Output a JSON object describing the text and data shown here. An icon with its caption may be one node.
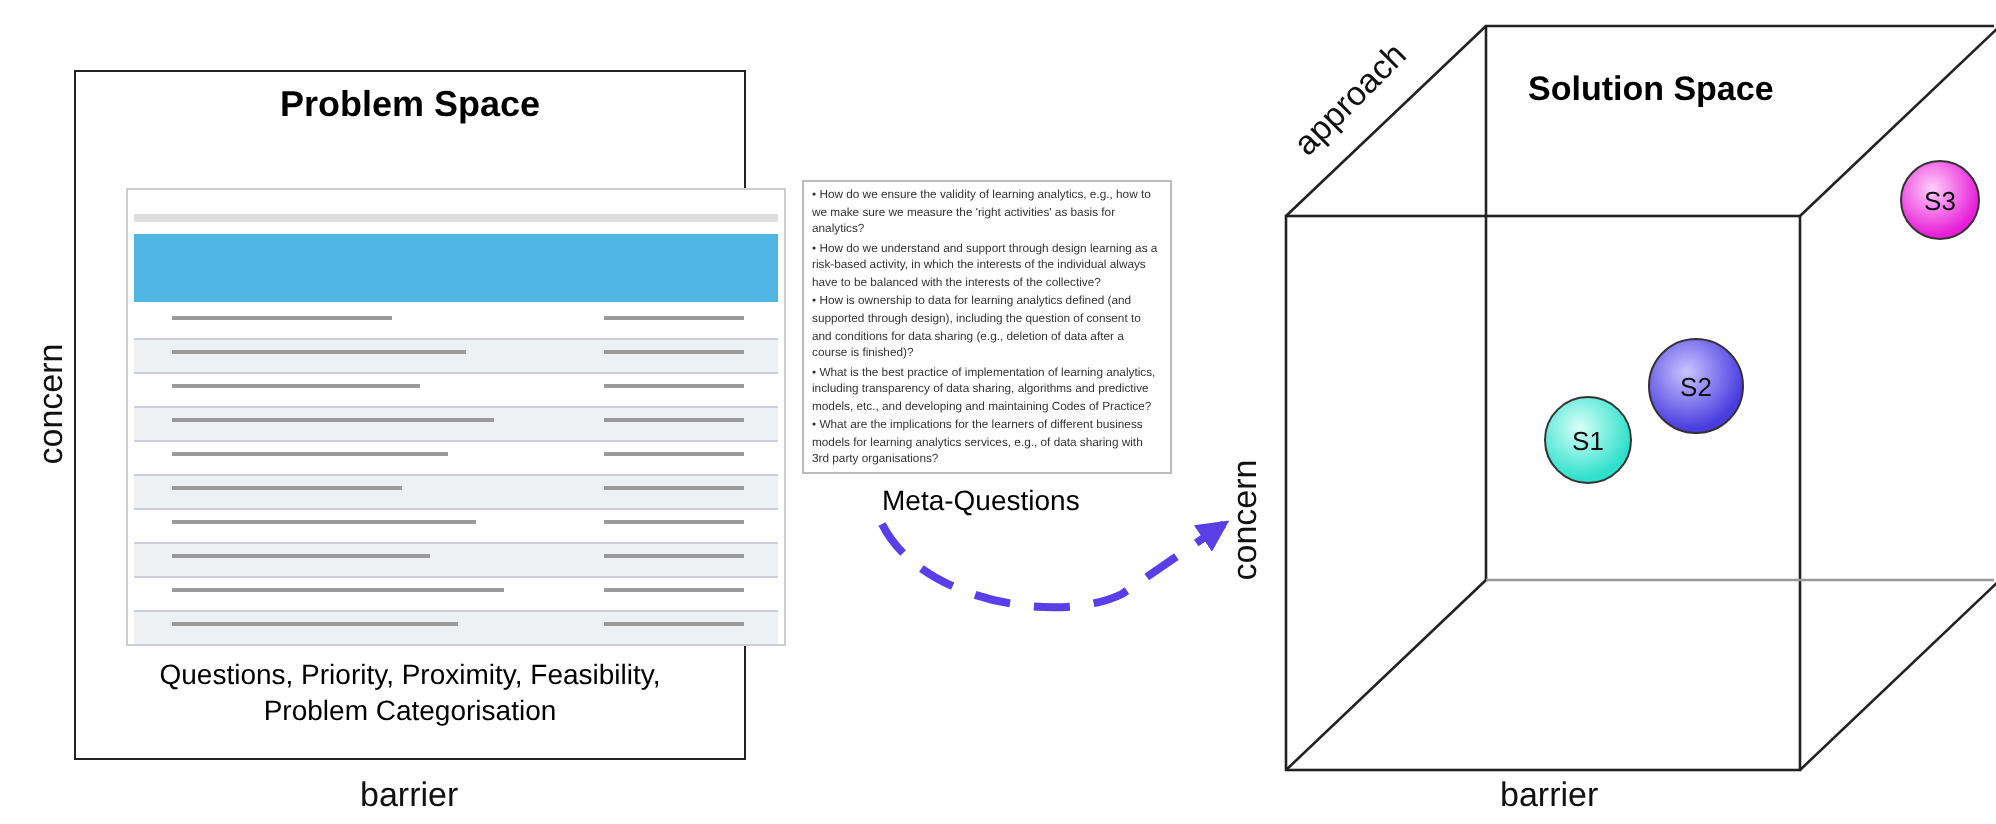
{
  "diagram": {
    "nodes": [
      {
        "text": [
          "Problem Space",
          "Questions, Priority, Proximity, Feasibility, Problem Categorisation"
        ]
      },
      {
        "text": [],
        "shape": "picture",
        "in": 0
      },
      {
        "text": [
          "• How do we ensure the validity of learning analytics, e.g., how to we make sure we measure the 'right activities' as basis for analytics?",
          "• How do we understand and support through design learning as a risk-based activity, in which the interests of the individual always have to be balanced with the interests of the collective?",
          "• How is ownership to data for learning analytics defined (and supported through design), including the question of consent to and conditions for data sharing (e.g., deletion of data after a course is finished)?",
          "• What is the best practice of implementation of learning analytics, including transparency of data sharing, algorithms and predictive models, etc., and developing and maintaining Codes of Practice?",
          "• What are the implications for the learners of different business models for learning analytics services, e.g., of data sharing with 3rd party organisations?"
        ],
        "beside": [
          "Meta-Questions"
        ]
      },
      {
        "text": [
          "Solution Space"
        ]
      },
      {
        "text": [
          "S1"
        ],
        "in": 3
      },
      {
        "text": [
          "S2"
        ],
        "in": 3
      },
      {
        "text": [
          "S3"
        ]
      }
    ],
    "edges": [
      {
        "from": 2,
        "to": 3,
        "arrow": "to",
        "style": "dashed",
        "color": "#5a3ee8"
      }
    ],
    "labels": [
      "approach",
      "concern",
      "concern",
      "barrier",
      "barrier"
    ]
  }
}
